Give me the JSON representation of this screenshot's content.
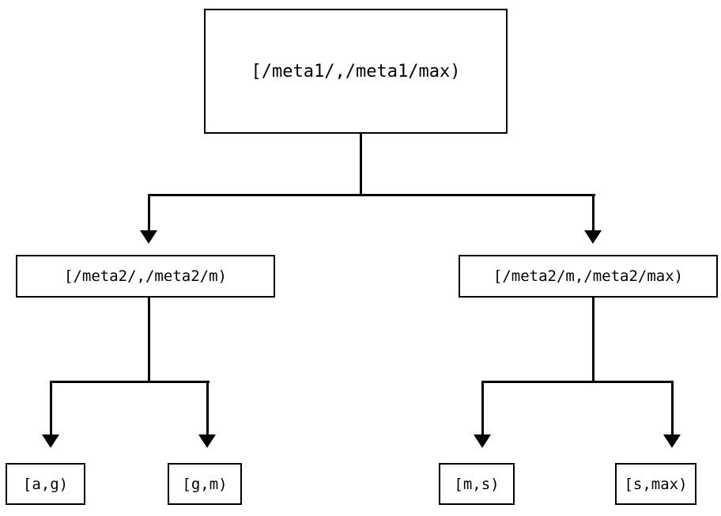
{
  "diagram": {
    "type": "tree",
    "orientation": "top-down",
    "background_color": "#ffffff",
    "line_color": "#000000",
    "text_color": "#000000",
    "nodes": {
      "root": {
        "label": "[/meta1/,/meta1/max)",
        "level": 0
      },
      "mid_left": {
        "label": "[/meta2/,/meta2/m)",
        "level": 1
      },
      "mid_right": {
        "label": "[/meta2/m,/meta2/max)",
        "level": 1
      },
      "leaf_ag": {
        "label": "[a,g)",
        "level": 2
      },
      "leaf_gm": {
        "label": "[g,m)",
        "level": 2
      },
      "leaf_ms": {
        "label": "[m,s)",
        "level": 2
      },
      "leaf_smax": {
        "label": "[s,max)",
        "level": 2
      }
    },
    "edges": [
      {
        "from": "root",
        "to": "mid_left",
        "arrowhead": "filled-triangle-down"
      },
      {
        "from": "root",
        "to": "mid_right",
        "arrowhead": "filled-triangle-down"
      },
      {
        "from": "mid_left",
        "to": "leaf_ag",
        "arrowhead": "filled-triangle-down"
      },
      {
        "from": "mid_left",
        "to": "leaf_gm",
        "arrowhead": "filled-triangle-down"
      },
      {
        "from": "mid_right",
        "to": "leaf_ms",
        "arrowhead": "filled-triangle-down"
      },
      {
        "from": "mid_right",
        "to": "leaf_smax",
        "arrowhead": "filled-triangle-down"
      }
    ]
  }
}
